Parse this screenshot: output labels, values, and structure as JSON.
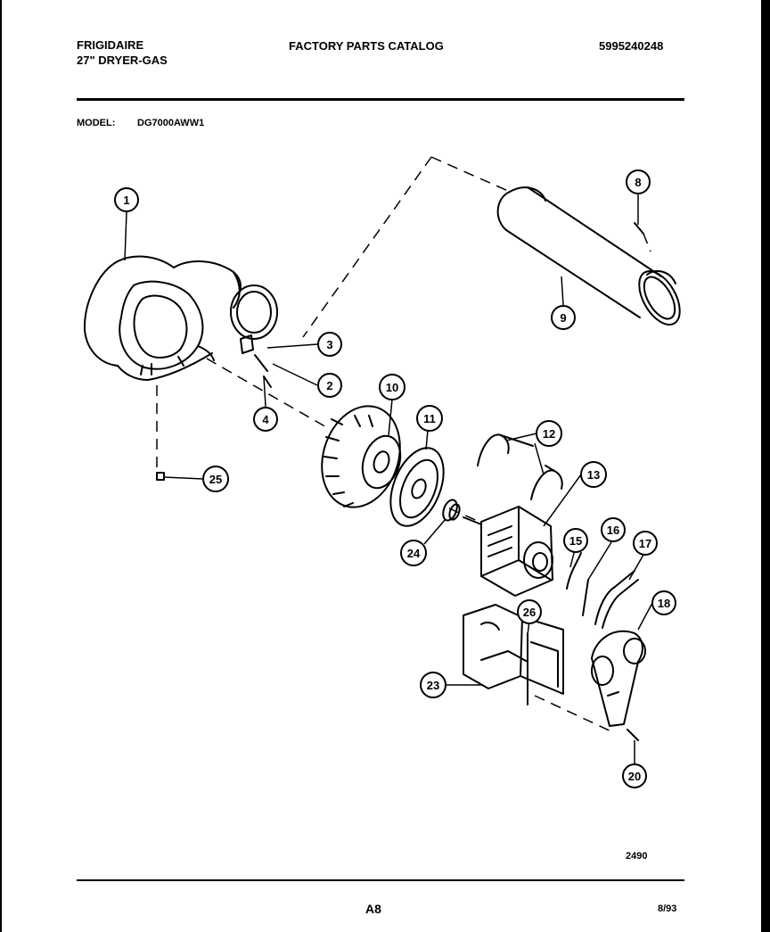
{
  "header": {
    "brand": "FRIGIDAIRE",
    "product": "27\" DRYER-GAS",
    "catalog_title": "FACTORY PARTS CATALOG",
    "catalog_number": "5995240248",
    "model_label": "MODEL:",
    "model_value": "DG7000AWW1"
  },
  "diagram": {
    "callouts": [
      "1",
      "2",
      "3",
      "4",
      "8",
      "9",
      "10",
      "11",
      "12",
      "13",
      "15",
      "16",
      "17",
      "18",
      "20",
      "23",
      "24",
      "25",
      "26"
    ],
    "drawing_number": "2490"
  },
  "footer": {
    "page": "A8",
    "date": "8/93"
  },
  "colors": {
    "ink": "#000000",
    "paper": "#ffffff"
  }
}
